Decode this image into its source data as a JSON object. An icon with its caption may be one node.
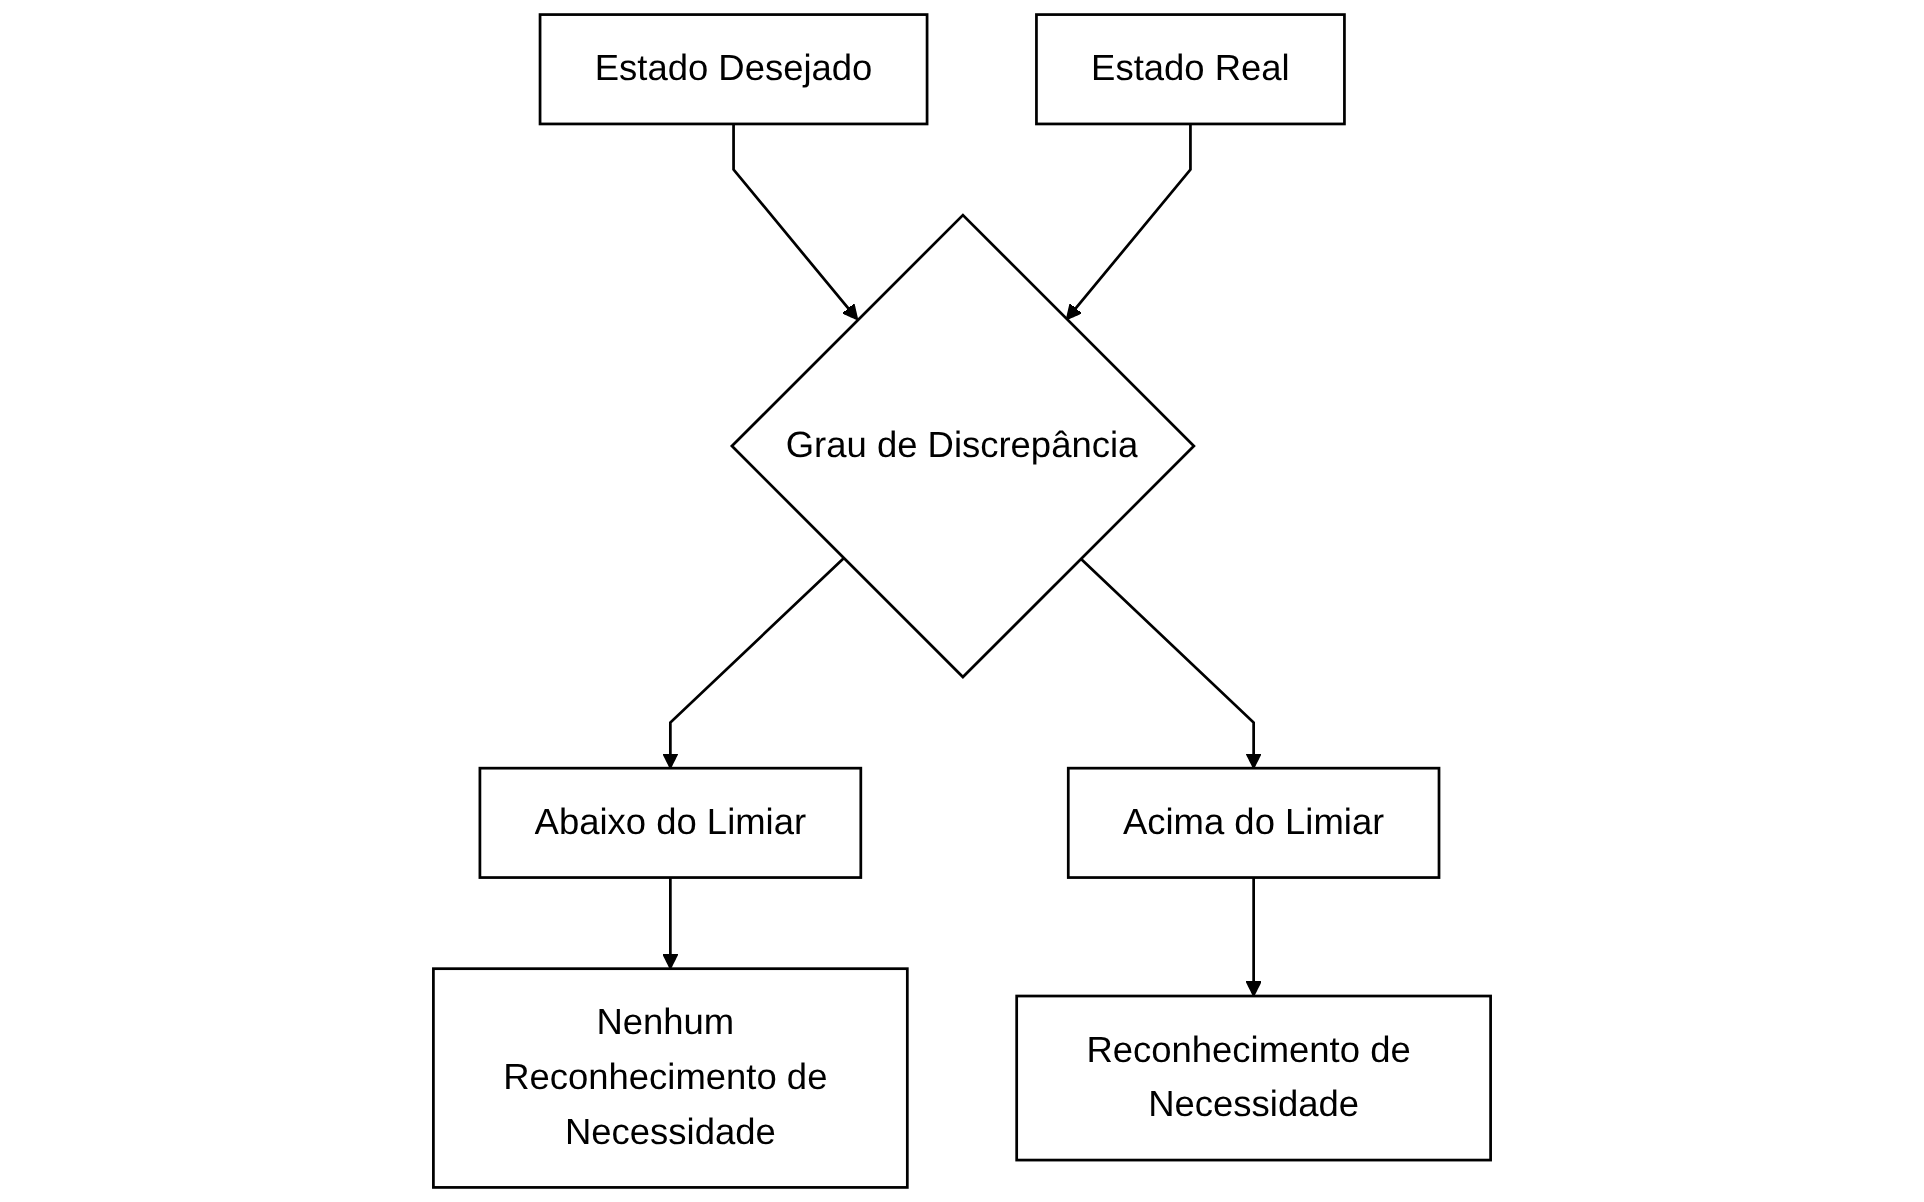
{
  "diagram": {
    "nodes": [
      {
        "text": [
          "Estado Desejado"
        ]
      },
      {
        "text": [
          "Estado Real"
        ]
      },
      {
        "text": [
          "Grau de Discrepância"
        ]
      },
      {
        "text": [
          "Abaixo do Limiar"
        ]
      },
      {
        "text": [
          "Acima do Limiar"
        ]
      },
      {
        "text": [
          "Nenhum Reconhecimento de Necessidade"
        ]
      },
      {
        "text": [
          "Reconhecimento de Necessidade"
        ]
      }
    ],
    "edges": [
      {
        "from": 0,
        "to": 2,
        "arrow": "to"
      },
      {
        "from": 1,
        "to": 2,
        "arrow": "to"
      },
      {
        "from": 2,
        "to": 3,
        "arrow": "to"
      },
      {
        "from": 2,
        "to": 4,
        "arrow": "to"
      },
      {
        "from": 3,
        "to": 5,
        "arrow": "to"
      },
      {
        "from": 4,
        "to": 6,
        "arrow": "to"
      }
    ]
  }
}
